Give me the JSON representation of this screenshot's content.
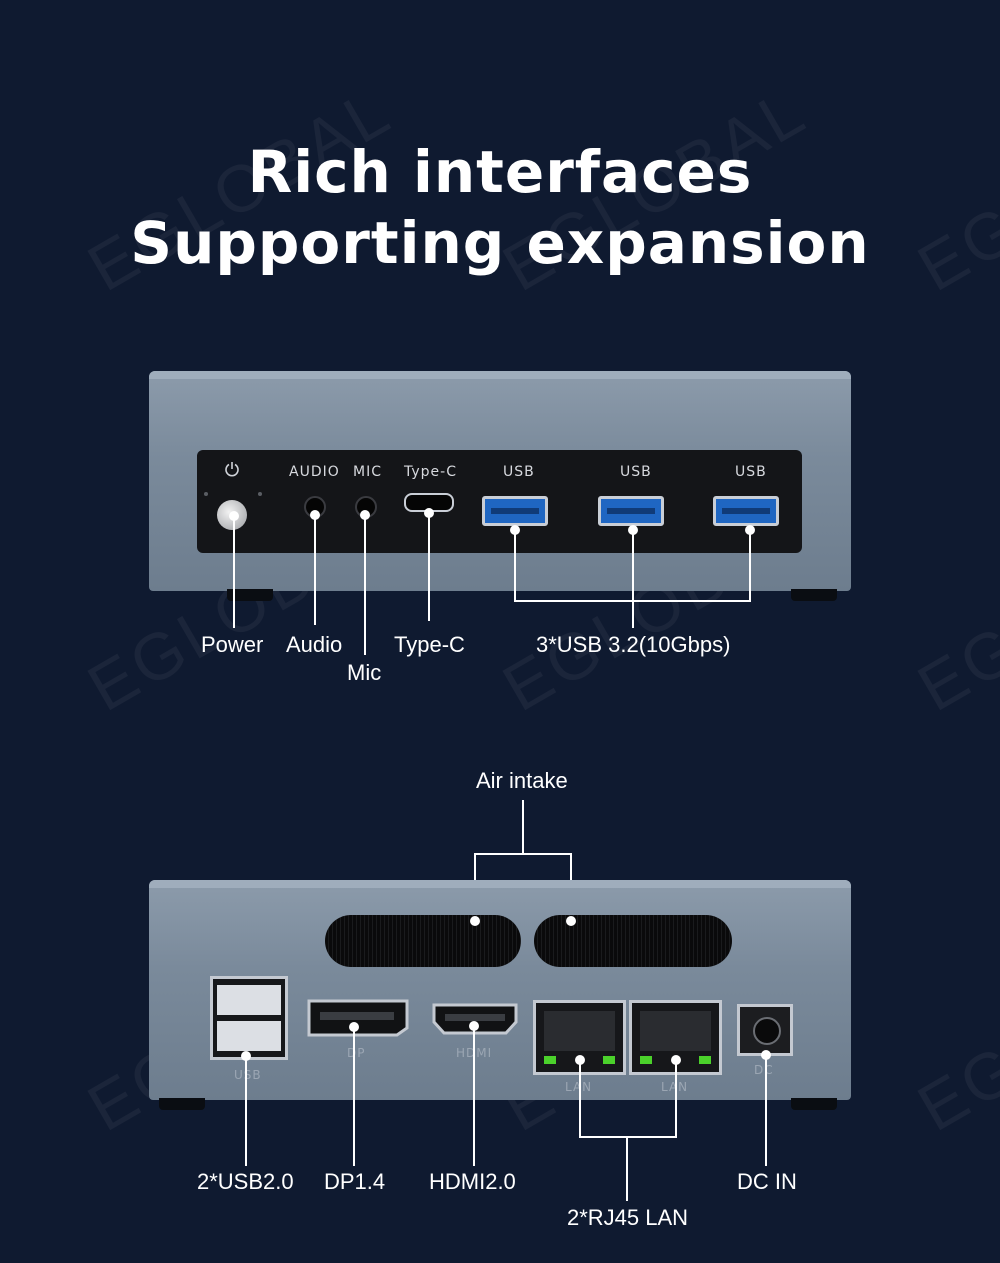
{
  "heading": {
    "line1": "Rich interfaces",
    "line2": "Supporting expansion"
  },
  "watermark": "EGLOBAL",
  "front_panel": {
    "port_labels": {
      "audio": "AUDIO",
      "mic": "MIC",
      "type_c": "Type-C",
      "usb1": "USB",
      "usb2": "USB",
      "usb3": "USB"
    },
    "callouts": {
      "power": "Power",
      "audio": "Audio",
      "mic": "Mic",
      "type_c": "Type-C",
      "usb": "3*USB 3.2(10Gbps)"
    }
  },
  "rear_panel": {
    "port_labels": {
      "usb": "USB",
      "dp": "DP",
      "hdmi": "HDMI",
      "lan1": "LAN",
      "lan2": "LAN",
      "dc": "DC"
    },
    "callouts": {
      "air_intake": "Air intake",
      "usb": "2*USB2.0",
      "dp": "DP1.4",
      "hdmi": "HDMI2.0",
      "lan": "2*RJ45 LAN",
      "dc": "DC IN"
    }
  },
  "colors": {
    "background": "#0f1a30",
    "chassis": "#7a8a9b",
    "usb3_blue": "#1f66c2",
    "led_green": "#4bd12b"
  }
}
